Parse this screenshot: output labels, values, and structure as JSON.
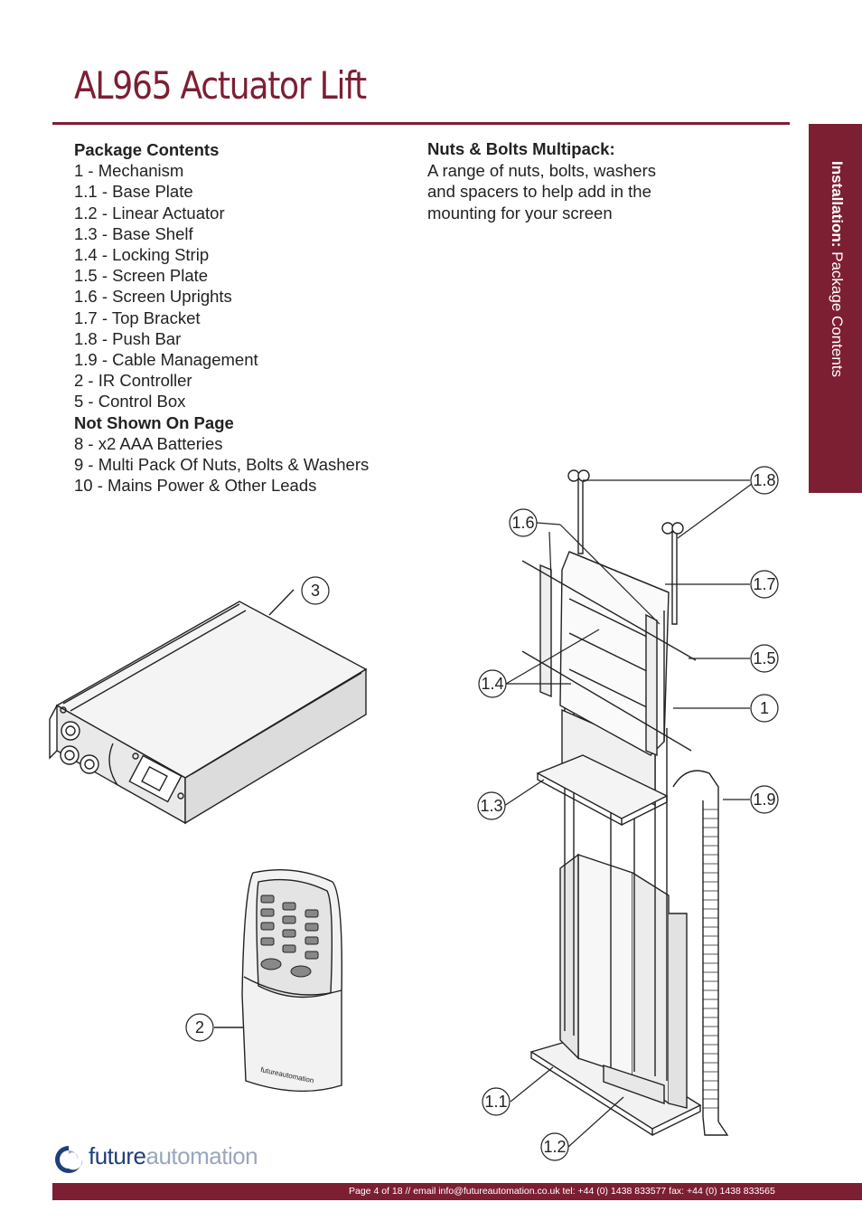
{
  "page": {
    "title": "AL965 Actuator Lift",
    "side_tab": {
      "bold": "Installation:",
      "rest": " Package Contents"
    }
  },
  "package_contents": {
    "heading": "Package Contents",
    "items": [
      "1 - Mechanism",
      "1.1 - Base Plate",
      "1.2 - Linear Actuator",
      "1.3 - Base Shelf",
      "1.4 - Locking Strip",
      "1.5 - Screen Plate",
      "1.6 - Screen Uprights",
      "1.7 - Top Bracket",
      "1.8 - Push Bar",
      "1.9 - Cable Management",
      "2 - IR Controller",
      "5 - Control Box"
    ],
    "not_shown_heading": "Not Shown On Page",
    "not_shown_items": [
      "8 - x2 AAA Batteries",
      "9 - Multi Pack Of Nuts, Bolts & Washers",
      "10 - Mains Power & Other Leads"
    ]
  },
  "nuts_bolts": {
    "heading": "Nuts & Bolts Multipack:",
    "lines": [
      "A range of nuts, bolts, washers",
      "and spacers to help add in the",
      "mounting for your screen"
    ]
  },
  "callouts": {
    "c3": "3",
    "c2": "2",
    "c1_8": "1.8",
    "c1_6": "1.6",
    "c1_7": "1.7",
    "c1_5": "1.5",
    "c1_4": "1.4",
    "c1": "1",
    "c1_3": "1.3",
    "c1_9": "1.9",
    "c1_1": "1.1",
    "c1_2": "1.2"
  },
  "remote_brand": "futureautomation",
  "logo": {
    "part1": "future",
    "part2": "automation"
  },
  "footer": "Page 4 of 18 // email info@futureautomation.co.uk  tel: +44 (0) 1438 833577  fax: +44 (0) 1438 833565",
  "colors": {
    "accent": "#7d1f33",
    "logo_dark": "#1f3f78",
    "logo_light": "#9aa6bd"
  }
}
